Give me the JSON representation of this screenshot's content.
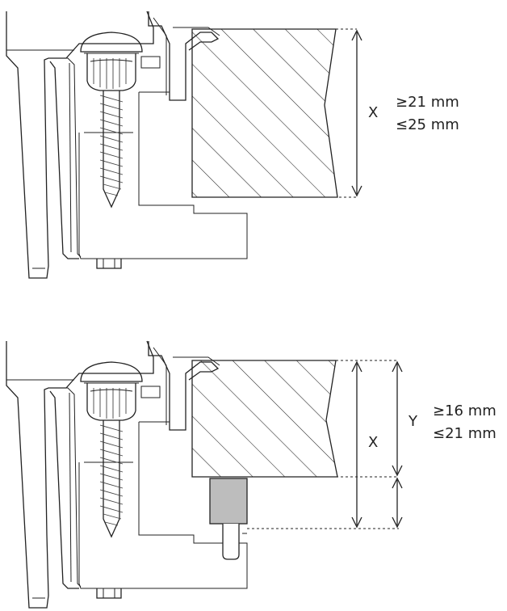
{
  "panel_top": {
    "dim_symbol": "X",
    "min_label": "≥21 mm",
    "max_label": "≤25 mm"
  },
  "panel_bottom": {
    "x_symbol": "X",
    "y_symbol": "Y",
    "min_label": "≥16 mm",
    "max_label": "≤21 mm"
  },
  "colors": {
    "line": "#222222",
    "spacer_fill": "#bdbdbd",
    "background": "#ffffff"
  }
}
